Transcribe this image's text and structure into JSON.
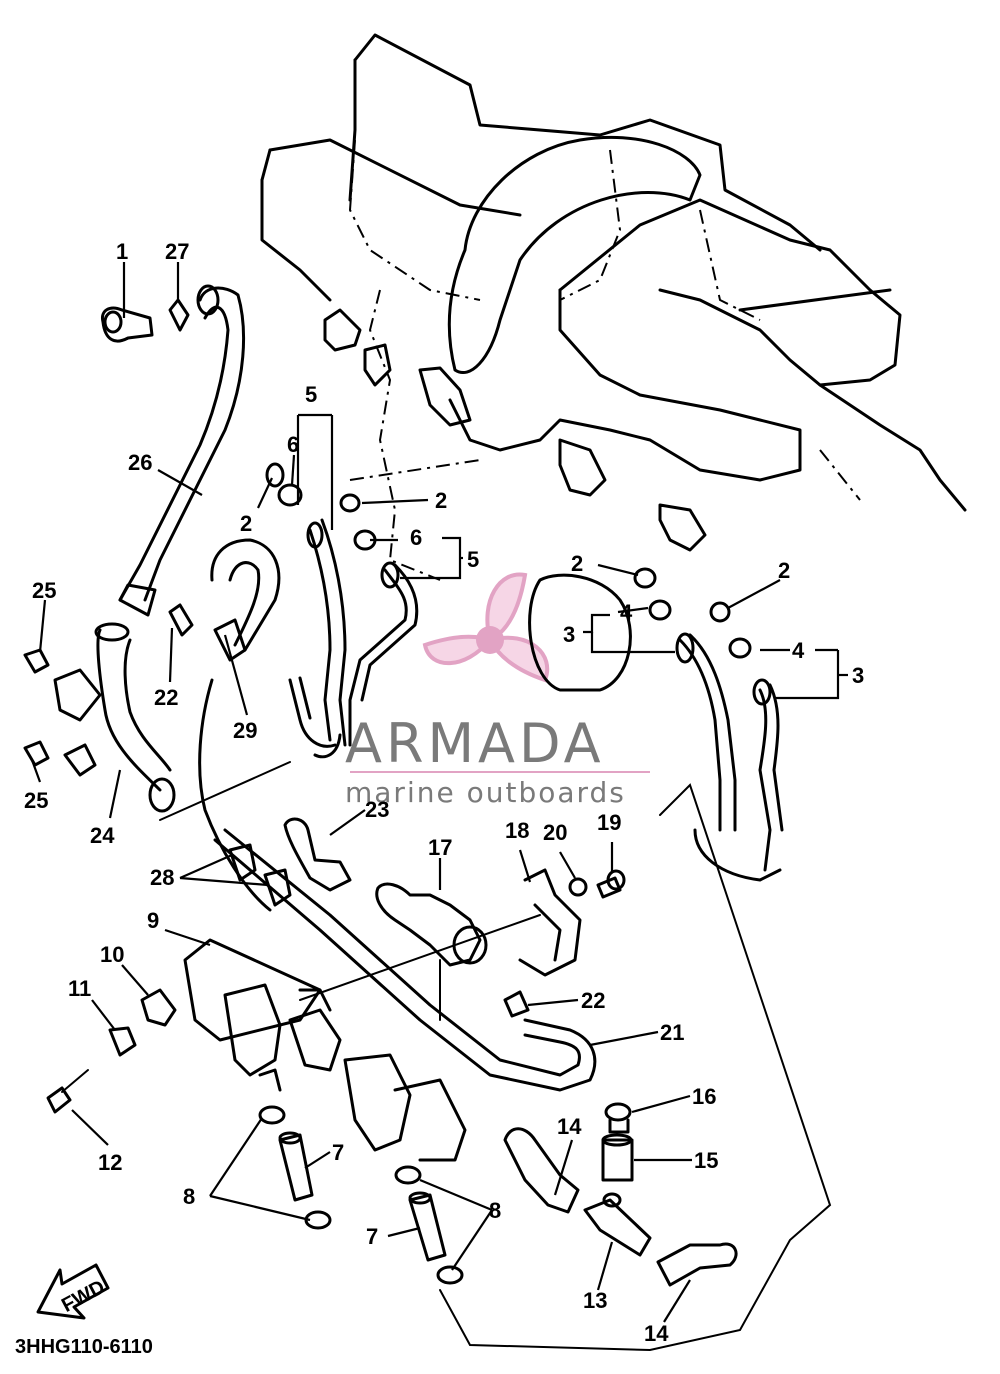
{
  "diagram": {
    "code": "3HHG110-6110",
    "front_arrow_label": "FWD",
    "callouts": [
      {
        "id": "c1",
        "label": "1"
      },
      {
        "id": "c27",
        "label": "27"
      },
      {
        "id": "c26",
        "label": "26"
      },
      {
        "id": "c25a",
        "label": "25"
      },
      {
        "id": "c25b",
        "label": "25"
      },
      {
        "id": "c24",
        "label": "24"
      },
      {
        "id": "c22a",
        "label": "22"
      },
      {
        "id": "c29",
        "label": "29"
      },
      {
        "id": "c5a",
        "label": "5"
      },
      {
        "id": "c6a",
        "label": "6"
      },
      {
        "id": "c2a",
        "label": "2"
      },
      {
        "id": "c2b",
        "label": "2"
      },
      {
        "id": "c6b",
        "label": "6"
      },
      {
        "id": "c5b",
        "label": "5"
      },
      {
        "id": "c2c",
        "label": "2"
      },
      {
        "id": "c4a",
        "label": "4"
      },
      {
        "id": "c3a",
        "label": "3"
      },
      {
        "id": "c2d",
        "label": "2"
      },
      {
        "id": "c4b",
        "label": "4"
      },
      {
        "id": "c3b",
        "label": "3"
      },
      {
        "id": "c23",
        "label": "23"
      },
      {
        "id": "c28",
        "label": "28"
      },
      {
        "id": "c17",
        "label": "17"
      },
      {
        "id": "c18",
        "label": "18"
      },
      {
        "id": "c20",
        "label": "20"
      },
      {
        "id": "c19",
        "label": "19"
      },
      {
        "id": "c9",
        "label": "9"
      },
      {
        "id": "c10",
        "label": "10"
      },
      {
        "id": "c11",
        "label": "11"
      },
      {
        "id": "c22b",
        "label": "22"
      },
      {
        "id": "c21",
        "label": "21"
      },
      {
        "id": "c12",
        "label": "12"
      },
      {
        "id": "c16",
        "label": "16"
      },
      {
        "id": "c14a",
        "label": "14"
      },
      {
        "id": "c15",
        "label": "15"
      },
      {
        "id": "c7a",
        "label": "7"
      },
      {
        "id": "c8a",
        "label": "8"
      },
      {
        "id": "c8b",
        "label": "8"
      },
      {
        "id": "c7b",
        "label": "7"
      },
      {
        "id": "c13",
        "label": "13"
      },
      {
        "id": "c14b",
        "label": "14"
      }
    ]
  },
  "watermark": {
    "brand": "ARMADA",
    "tagline": "marine outboards",
    "accent_color": "#e2a3c4",
    "text_color": "#7a7a7a"
  }
}
